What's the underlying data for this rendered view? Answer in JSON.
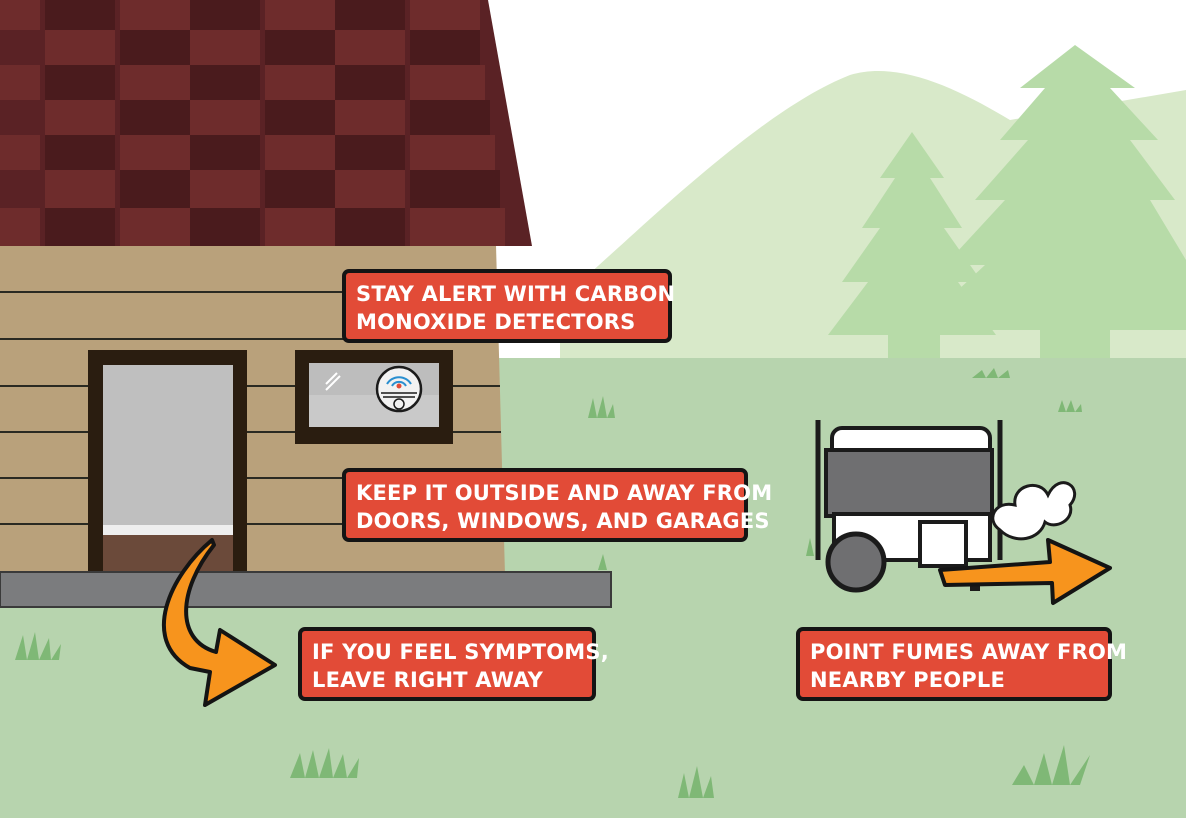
{
  "colors": {
    "sky": "#ffffff",
    "mountain": "#d7e8c8",
    "trees": "#b5d9a7",
    "grass": "#b6d3ad",
    "grass_tufts": "#7fb876",
    "roof": "#5a2225",
    "siding": "#b9a17b",
    "trim": "#2a1d10",
    "foundation": "#7b7c7e",
    "callout_bg": "#e24b37",
    "callout_border": "#141414",
    "arrow": "#f7941d",
    "generator_body": "#6f6f71",
    "generator_frame": "#ffffff"
  },
  "callouts": {
    "detectors": {
      "line1": "STAY ALERT WITH CARBON",
      "line2": "MONOXIDE DETECTORS"
    },
    "outside": {
      "line1": "KEEP IT OUTSIDE AND AWAY FROM",
      "line2": "DOORS, WINDOWS, AND GARAGES"
    },
    "symptoms": {
      "line1": "IF YOU FEEL SYMPTOMS,",
      "line2": "LEAVE RIGHT AWAY"
    },
    "fumes": {
      "line1": "POINT FUMES AWAY FROM",
      "line2": "NEARBY PEOPLE"
    }
  },
  "icons": {
    "detector": "carbon-monoxide-detector-icon",
    "generator": "portable-generator-icon",
    "exit_arrow": "curved-arrow-icon",
    "fumes_arrow": "arrow-right-icon"
  }
}
